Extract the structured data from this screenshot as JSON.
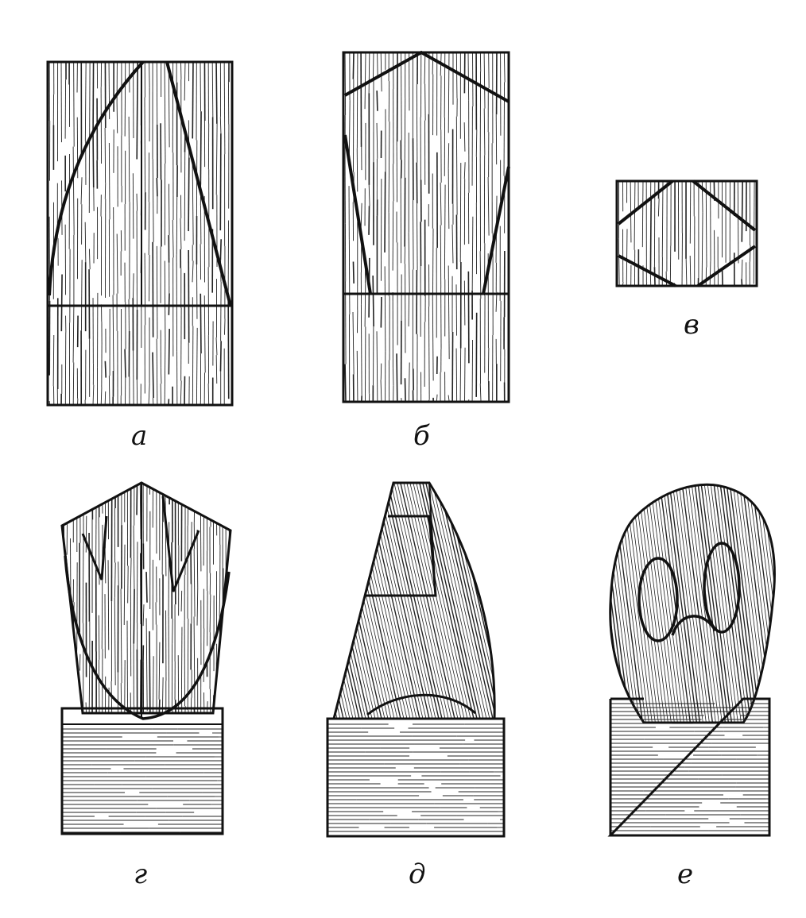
{
  "figure": {
    "panels": [
      {
        "id": "a",
        "label": "а"
      },
      {
        "id": "b",
        "label": "б"
      },
      {
        "id": "v",
        "label": "в"
      },
      {
        "id": "g",
        "label": "г"
      },
      {
        "id": "d",
        "label": "д"
      },
      {
        "id": "e",
        "label": "е"
      }
    ]
  }
}
